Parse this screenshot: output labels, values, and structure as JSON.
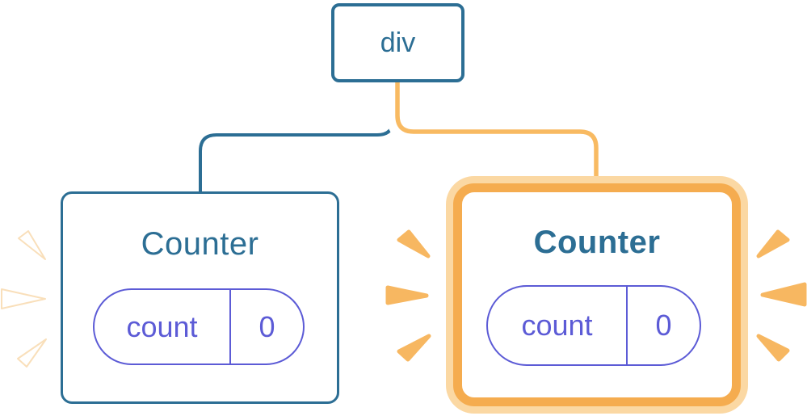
{
  "colors": {
    "blue": "#2C6E94",
    "orange": "#F5AC4F",
    "peach": "#FBD8A3",
    "connector_orange": "#F8BA62",
    "spark_orange": "#F7B761",
    "spark_white_edge": "#F8DCB2",
    "purple": "#5C5BD6",
    "box_fill": "#FFFFFF"
  },
  "tree": {
    "root": {
      "label": "div"
    },
    "children": [
      {
        "title": "Counter",
        "state_key": "count",
        "state_value": "0",
        "highlighted": false
      },
      {
        "title": "Counter",
        "state_key": "count",
        "state_value": "0",
        "highlighted": true
      }
    ]
  }
}
